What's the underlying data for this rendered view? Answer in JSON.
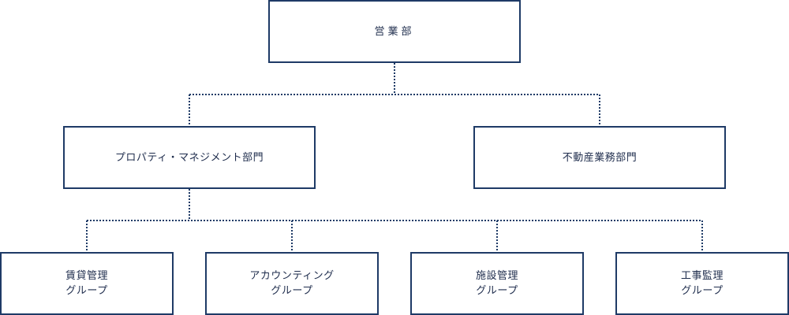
{
  "org_chart": {
    "root": {
      "label": "営業部"
    },
    "divisions": [
      {
        "label": "プロパティ・マネジメント部門"
      },
      {
        "label": "不動産業務部門"
      }
    ],
    "groups": [
      {
        "line1": "賃貸管理",
        "line2": "グループ"
      },
      {
        "line1": "アカウンティング",
        "line2": "グループ"
      },
      {
        "line1": "施設管理",
        "line2": "グループ"
      },
      {
        "line1": "工事監理",
        "line2": "グループ"
      }
    ],
    "colors": {
      "border": "#1e3a66",
      "text": "#1f2d4d",
      "background": "#ffffff"
    }
  }
}
